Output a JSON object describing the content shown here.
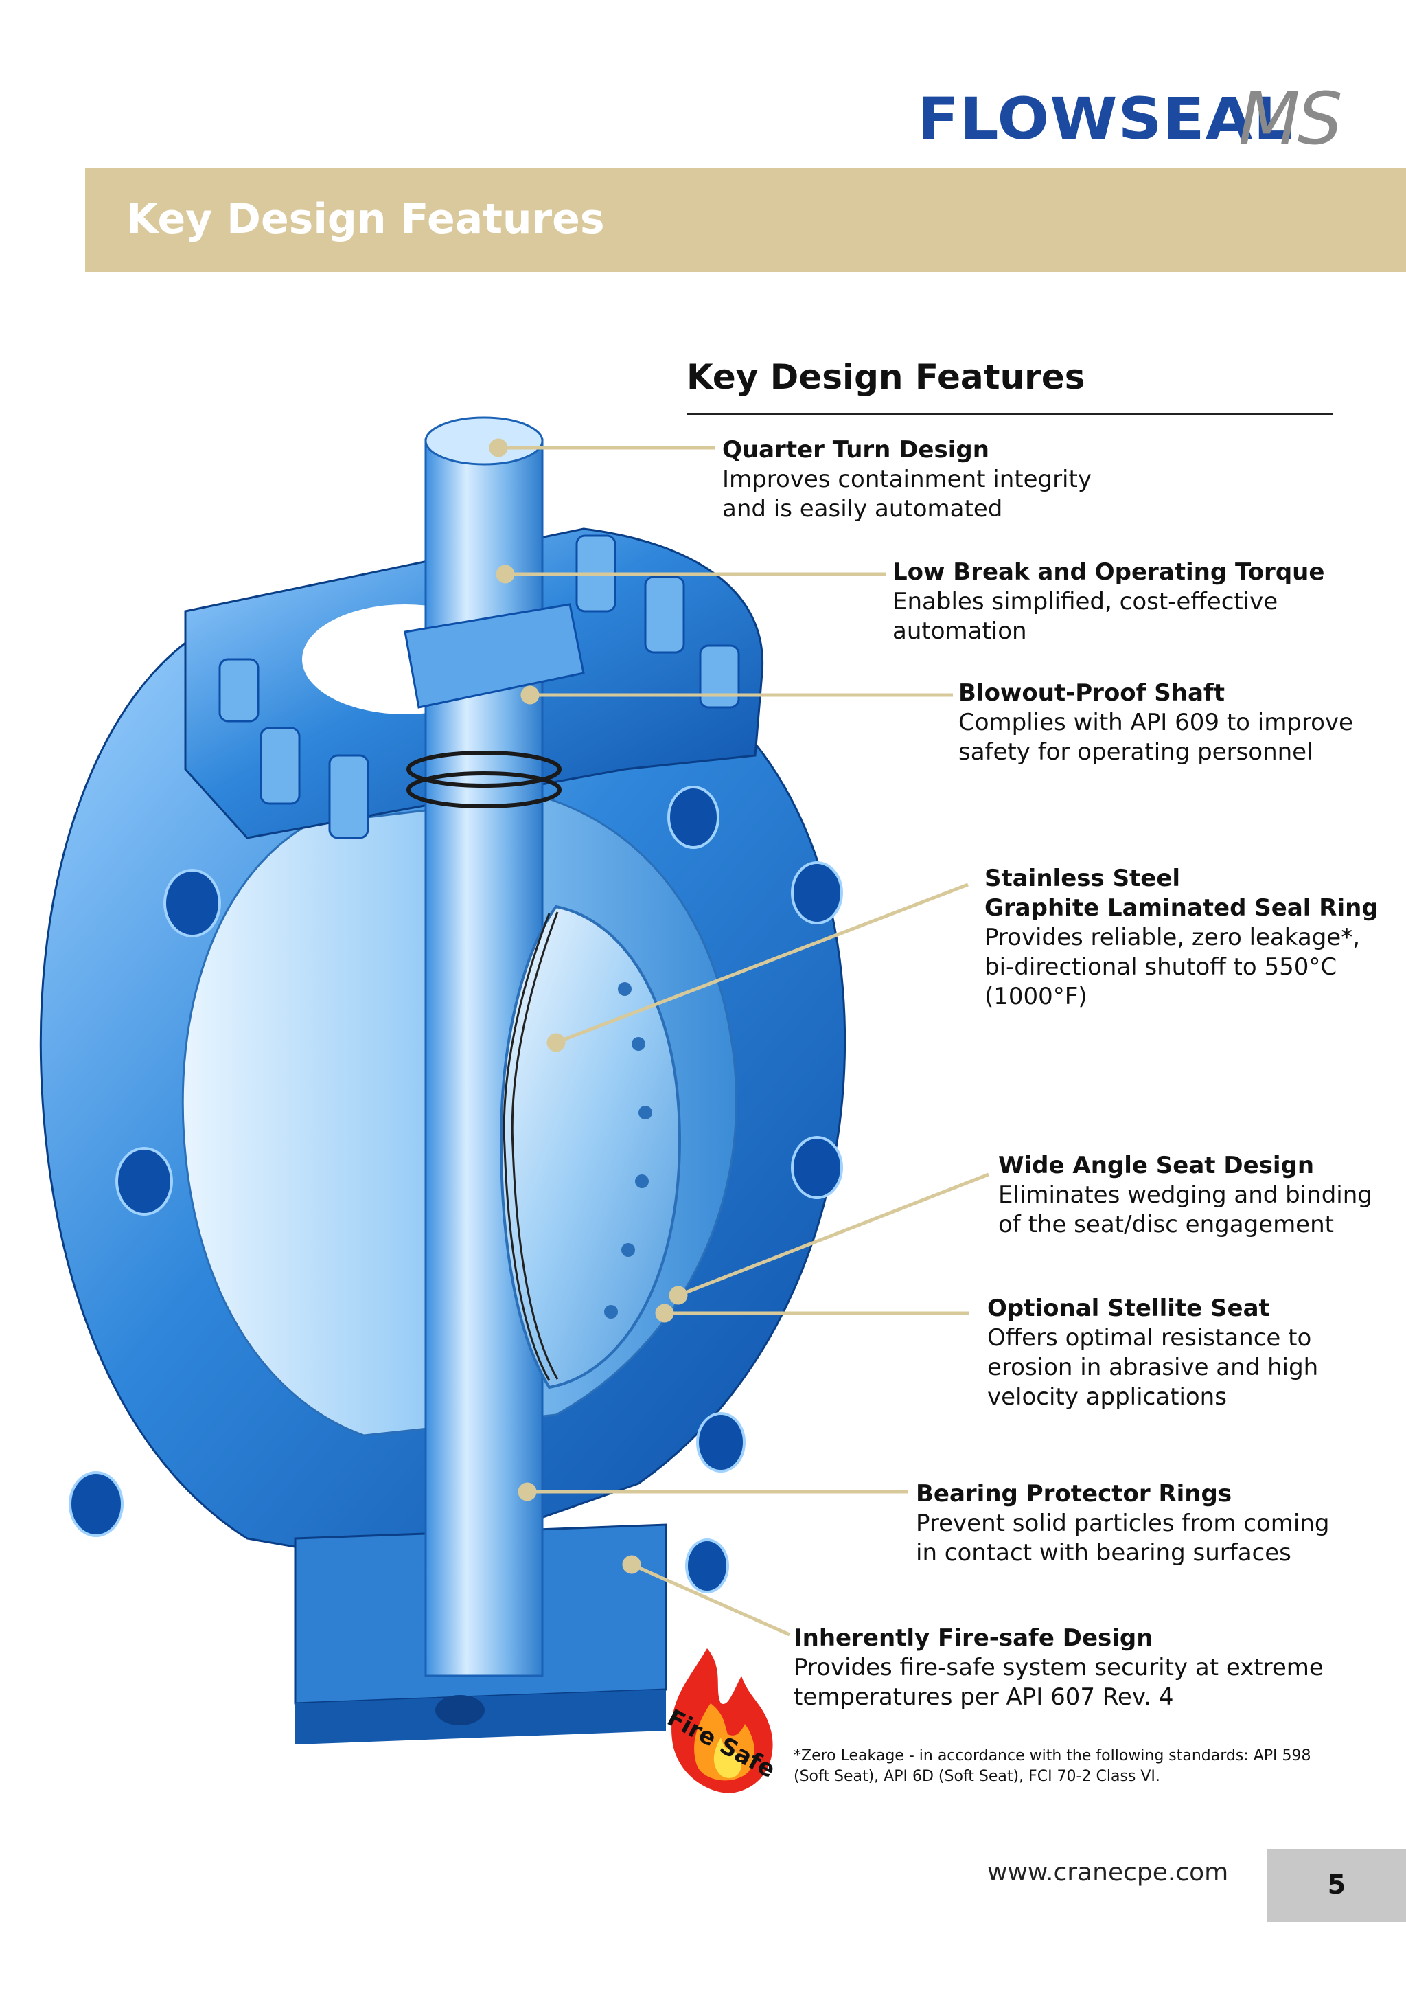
{
  "brand": {
    "name_main": "FLOWSEAL",
    "name_suffix": "MS"
  },
  "banner": {
    "title": "Key Design Features"
  },
  "section": {
    "title": "Key Design Features"
  },
  "features": [
    {
      "title": "Quarter Turn Design",
      "desc": "Improves containment integrity\nand is easily automated"
    },
    {
      "title": "Low Break and Operating Torque",
      "desc": "Enables simplified, cost-effective\nautomation"
    },
    {
      "title": "Blowout-Proof Shaft",
      "desc": "Complies with API 609 to improve\nsafety for operating personnel"
    },
    {
      "title": "Stainless Steel\nGraphite Laminated Seal Ring",
      "desc": "Provides reliable, zero leakage*,\nbi-directional shutoff to 550°C\n(1000°F)"
    },
    {
      "title": "Wide Angle Seat Design",
      "desc": "Eliminates wedging and binding\nof the seat/disc engagement"
    },
    {
      "title": "Optional Stellite Seat",
      "desc": "Offers optimal resistance to\nerosion in abrasive and high\nvelocity applications"
    },
    {
      "title": "Bearing Protector Rings",
      "desc": "Prevent solid particles from coming\nin contact with bearing surfaces"
    },
    {
      "title": "Inherently Fire-safe Design",
      "desc": "Provides fire-safe system security at extreme\ntemperatures per API 607 Rev. 4"
    }
  ],
  "firesafe_badge": {
    "label": "Fire Safe"
  },
  "footnote": "*Zero Leakage - in accordance with the following standards: API 598 (Soft Seat), API 6D (Soft Seat), FCI 70-2 Class VI.",
  "footer": {
    "url": "www.cranecpe.com",
    "page_number": "5"
  },
  "colors": {
    "banner": "#d9c99c",
    "brand_blue": "#1b4aa0",
    "leader": "#d8c99a",
    "valve_blue": "#2a7fd4"
  }
}
